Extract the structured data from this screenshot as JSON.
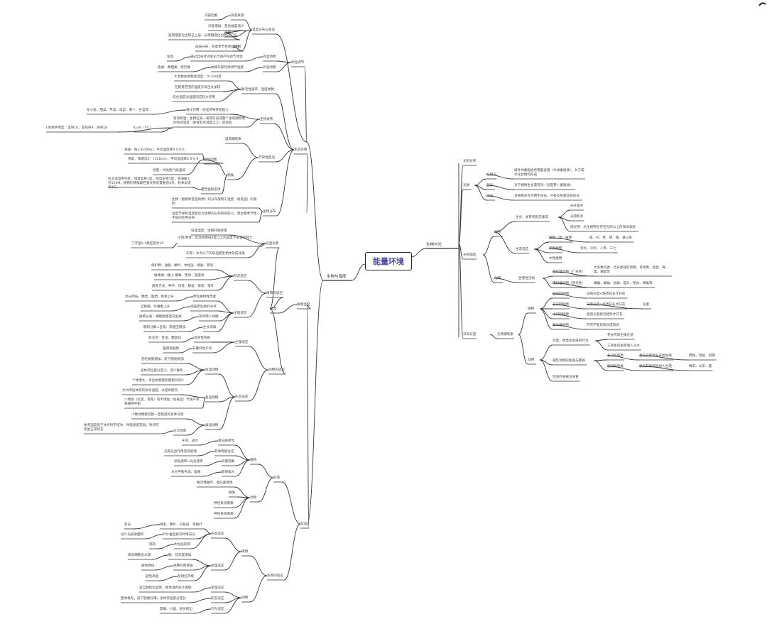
{
  "root": {
    "title": "能量环境"
  },
  "branches": {
    "light": "生物与光",
    "temp": "生物与温度"
  },
  "nodes": {
    "t_dist": "温度分布与变化",
    "t_dist_a": "热量来源",
    "t_dist_a1": "内部因素",
    "t_dist_b": "土壤",
    "t_dist_b1": "深度增加，变化幅度减少",
    "t_dist_b2": "短周期变化出现在上层，长周期变化出现在下层",
    "t_dist_c": "水体",
    "t_dist_c1": "成层分布，冬夏季节有明显不同",
    "t_reg": "体温调节",
    "t_reg_a": "内温动物",
    "t_reg_a1": "通过自身体内氧化代谢产热调节体温",
    "t_reg_a0": "恒温",
    "t_reg_b": "外温动物",
    "t_reg_b1": "依赖外部热源调节温度",
    "t_reg_b0": "鱼类、两栖类、爬行类",
    "t_eco": "生态作用",
    "t_eco_rate": "酶活性速率，温度依赖",
    "t_eco_rate1": "大多数生物耐受温度：0～100度",
    "t_eco_rate2": "在耐受范围内温度升高生长加快",
    "t_eco_rate3": "适合温度对温度响应较大作用",
    "t_eco_dev": "生物发育",
    "t_eco_dev1": "春化作用：低温诱导开花能力",
    "t_eco_dev1a": "冬小麦、甜菜、芹菜、白菜、萝卜、甘蓝等",
    "t_eco_dev2": "有效积温：生物在某一发育阶段或整个发育期所需的有效温度（发育起点温度以上）的总和",
    "t_eco_dev2a": "L生物学零度：温带10，亚热带9，热带18",
    "t_eco_dev2b": "K=N（T-C）",
    "t_eco_rhy": "节律性变温",
    "t_eco_rhy1": "温周期现象",
    "t_eco_rhy_a": "物候",
    "t_eco_rhy_a1": "影响因素",
    "t_eco_rhy_a1a": "海拔：每上升100m，平均温度降0.5-0.6",
    "t_eco_rhy_a1b": "纬度：每增加1°（111km），平均温度降0.5-0.9",
    "t_eco_rhy_a1c": "经度：大陆性气候强弱",
    "t_eco_rhy_a2": "霍普金斯定律",
    "t_eco_rhy_a2a": "在北美温带地区，纬度北移1度，经度东移5度，或海拔上升120M，植物的物候期在春天和初夏要迟4天，秋季早提早4天。",
    "t_eco_dist": "生物分布",
    "t_eco_dist1": "生物（植物和变温动物）的分布受制于温度（高低温）的限制",
    "t_eco_dist2": "温度节律和温度变化对生物的分布影响较小，而会使季节性不同的生物分布",
    "t_ext": "极端温度",
    "t_low": "低温",
    "t_low_harm": "低温危害",
    "t_low_harm1": "低温温度：生物开始受害",
    "t_low_harm2": "冷害/寒害：高温生物低0度以上的温度下受害或死亡",
    "t_low_harm2a": "丁字型0.1类型变为10",
    "t_low_harm3": "冻害：冰点以下的低温使生物体形成冰晶",
    "t_low_pl": "植物的适应",
    "t_low_pl_m": "形态适应",
    "t_low_pl_m1": "保护物：油脂、鳞片、木栓层、蜡质、茸毛",
    "t_low_pl_m2": "植株矮：矮小-匍匐、垫状、莲座状",
    "t_low_pl_m3": "越冬方式：种子、块茎、鳞茎、根茎、落叶",
    "t_low_pl_p": "生理适应",
    "t_low_pl_p1": "原生质特性改变",
    "t_low_pl_p1a": "水分降低，糖类、脂肪、色素上升",
    "t_low_pl_p2": "减低原生质的冰点",
    "t_low_pl_p2a": "淀粉酶、纤维素上升",
    "t_low_pl_p3": "及时转入休眠",
    "t_low_pl_p3a": "质壁分离，细胞壁膜蛋白生质",
    "t_low_pl_p4": "生长减弱",
    "t_low_pl_p4a": "糖的分解=合成、渗透压增加",
    "t_low_an": "动物的适应",
    "t_low_an_p": "生理适应",
    "t_low_an_p1": "可逆性热质",
    "t_low_an_p1a": "防冻剂：甘油、糖蛋白",
    "t_low_an_p2": "非颤抖性产热",
    "t_low_an_p2a": "脑褐色脂肪",
    "t_low_an_m": "形态适应",
    "t_low_an_m_e": "恒温动物",
    "t_low_an_m_e1": "羽毛数量增加，皮下脂肪增加",
    "t_low_an_m_e2": "身体突出部分变小，减少散热",
    "t_low_an_m_e3": "个体增大，单位体重散热量相对减少",
    "t_low_an_m_c": "变温动物",
    "t_low_an_m_c1": "大大降低体液的冰点温度，以提高耐热",
    "t_low_an_m_c2": "少增加（红蛋、雪兔）或不增加（幼雀鼠）代谢产热来维持平衡",
    "t_low_an_b": "类温动物",
    "t_low_an_b1": "少数动物能忍耐一定程度的身体冻结",
    "t_low_an_b2": "过冷现象",
    "t_low_an_b2a": "体液温度低于冰点时不结冰，呼吸速度变弱，时间可恢复正常状态",
    "t_high": "高温",
    "t_high_harm": "危害",
    "t_high_harm_pl": "植物",
    "t_high_harm_pl1": "蛋白质变性",
    "t_high_harm_pl1a": "干旱、皮烂",
    "t_high_harm_pl2": "有毒物质生成",
    "t_high_harm_pl2a": "光照光合作用及呼吸增",
    "t_high_harm_pl3": "饥饿现象",
    "t_high_harm_pl3a": "呼吸速率>光合速率",
    "t_high_harm_pl4": "影响吸水",
    "t_high_harm_pl4a": "水分平衡失调，萎蔫",
    "t_high_harm_an": "动物",
    "t_high_harm_an1": "酶活性破坏，蛋白质变性",
    "t_high_harm_an2": "脱氧",
    "t_high_harm_an3": "神经系统麻痹",
    "t_high_harm_an4": "神经系统麻痹",
    "t_high_ad": "生物的适应",
    "t_high_ad_pl": "植物",
    "t_high_ad_pl_m": "形态适应",
    "t_high_ad_pl_m1": "绒毛、鳞片、白色皮、革质叶",
    "t_high_ad_pl_m1a": "反光",
    "t_high_ad_pl_m2": "叶片垂直排列叶缘向光",
    "t_high_ad_pl_m2a": "减少光吸收面积",
    "t_high_ad_pl_m3": "木栓层较厚",
    "t_high_ad_pl_m3a": "隔热",
    "t_high_ad_pl_p": "生理适应",
    "t_high_ad_pl_p1": "糖、盐浓度增加",
    "t_high_ad_pl_p1a": "降低细胞含水量",
    "t_high_ad_pl_p2": "蒸腾作用增强",
    "t_high_ad_pl_p2a": "避免致伤",
    "t_high_ad_pl_p3": "反射红外线",
    "t_high_ad_pl_p3a": "避免高温",
    "t_high_ad_an": "动物",
    "t_high_ad_an1": "生理适应",
    "t_high_ad_an1a": "适当放松恒温性，使体温有较大变幅",
    "t_high_ad_an2": "形态适应",
    "t_high_ad_an2a": "夏季换毛，皮下脂肪较薄，身体突出部分变长",
    "t_high_ad_an3": "行为适应",
    "t_high_ad_an3a": "夏眠、穴居、昼伏夜出",
    "l_dist": "光的分布",
    "l_qual": "光质",
    "l_qual_a": "红橙光",
    "l_qual_a1": "被叶绿素吸收作用最显著（叶绿素吸收），对于碳水化合物的形成",
    "l_qual_b": "蓝光",
    "l_qual_b1": "对于植物生长量有效（光阻萝卜素吸收）",
    "l_qual_c": "绿光",
    "l_qual_c1": "对植物光合作用无效光，只有反射量较低的光",
    "l_int": "光照强度",
    "l_int_pl": "植物",
    "l_int_pl_a": "生长、发育和形态建成",
    "l_int_pl_a1": "光补偿点",
    "l_int_pl_a2": "光饱和点",
    "l_int_pl_a3": "阳光带：水生植物生存在光照以上的海洋表层",
    "l_int_pl_b": "生态适应",
    "l_int_pl_b1": "阳性（喜）植物",
    "l_int_pl_b1a": "松、杉、栎、柳、槐、蒲公英",
    "l_int_pl_b2": "阴性植物",
    "l_int_pl_b2a": "云杉、冷杉、人参、三七",
    "l_int_pl_b3": "中性植物",
    "l_int_an": "动物",
    "l_int_an_a": "昼夜性活动",
    "l_int_an_a1": "昼行性动物（广光性）",
    "l_int_an_a1a": "大多数鸟类、灵长类哺乳动物、有蹄类、松鼠、蝶类、蜻蜓等",
    "l_int_an_a2": "夜行性动物（狭光性）",
    "l_int_an_a2a": "蝙蝠、蝙蝠、鼠类、猫头、壁虎、蛾类等",
    "l_day": "日照长度",
    "l_day_p": "光周期现象",
    "l_day_pl": "植物",
    "l_day_pl1": "短日照植物",
    "l_day_pl1a": "日照长度<临界日长才开花",
    "l_day_pl2": "长日照植物",
    "l_day_pl2a": "日照长度>临界日长才开花",
    "l_day_pl2b": "冬麦",
    "l_day_pl3": "中日照植物",
    "l_day_pl3a": "昼夜长度接近相等才开花",
    "l_day_pl4": "日中性植物",
    "l_day_pl4a": "开花不受日照长度影响",
    "l_day_an": "动物",
    "l_day_an1": "鸟类、兽类等生殖的行为",
    "l_day_an1a": "花光鸟等生殖迁徙",
    "l_day_an1b": "三刺鱼的鱼卵进入淡水",
    "l_day_an2": "哺乳动物的生殖与繁殖",
    "l_day_an2a": "长日照兽类",
    "l_day_an2a1": "春天日照增长开始生殖",
    "l_day_an2a2": "野兔、雪貂、刺猬",
    "l_day_an2b": "短日照兽类",
    "l_day_an2b1": "秋天日照缩短进入生殖",
    "l_day_an2b2": "绵羊、山羊、鹿",
    "l_day_an3": "昆虫的冬眠与滞育"
  }
}
